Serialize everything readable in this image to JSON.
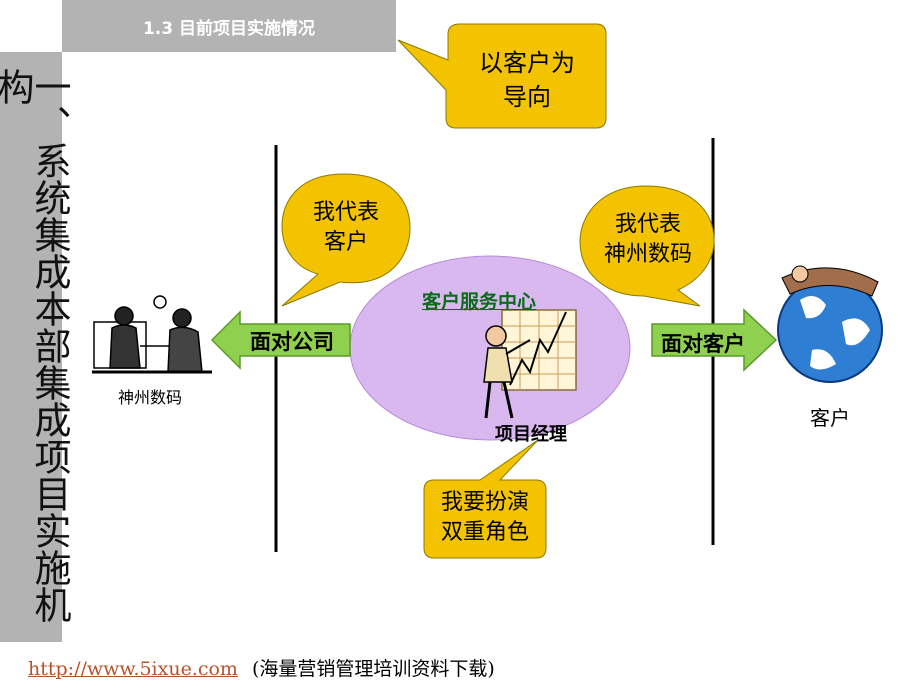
{
  "header": {
    "title": "1.3  目前项目实施情况"
  },
  "sidebar": {
    "title": "一、系统集成本部集成项目实施机构"
  },
  "bubbles": {
    "top": "以客户为\n导向",
    "left": "我代表\n客户",
    "right": "我代表\n神州数码",
    "bottom": "我要扮演\n双重角色"
  },
  "arrows": {
    "left": "面对公司",
    "right": "面对客户"
  },
  "center": {
    "title": "客户服务中心",
    "role": "项目经理"
  },
  "entities": {
    "company": "神州数码",
    "customer": "客户"
  },
  "footer": {
    "link": "http://www.5ixue.com",
    "note": "(海量营销管理培训资料下载)"
  },
  "colors": {
    "bubble_fill": "#f3c300",
    "arrow_fill": "#8fd14f",
    "ellipse_fill": "#d9b8f0",
    "panel_gray": "#b3b3b3",
    "link": "#b5532a"
  }
}
